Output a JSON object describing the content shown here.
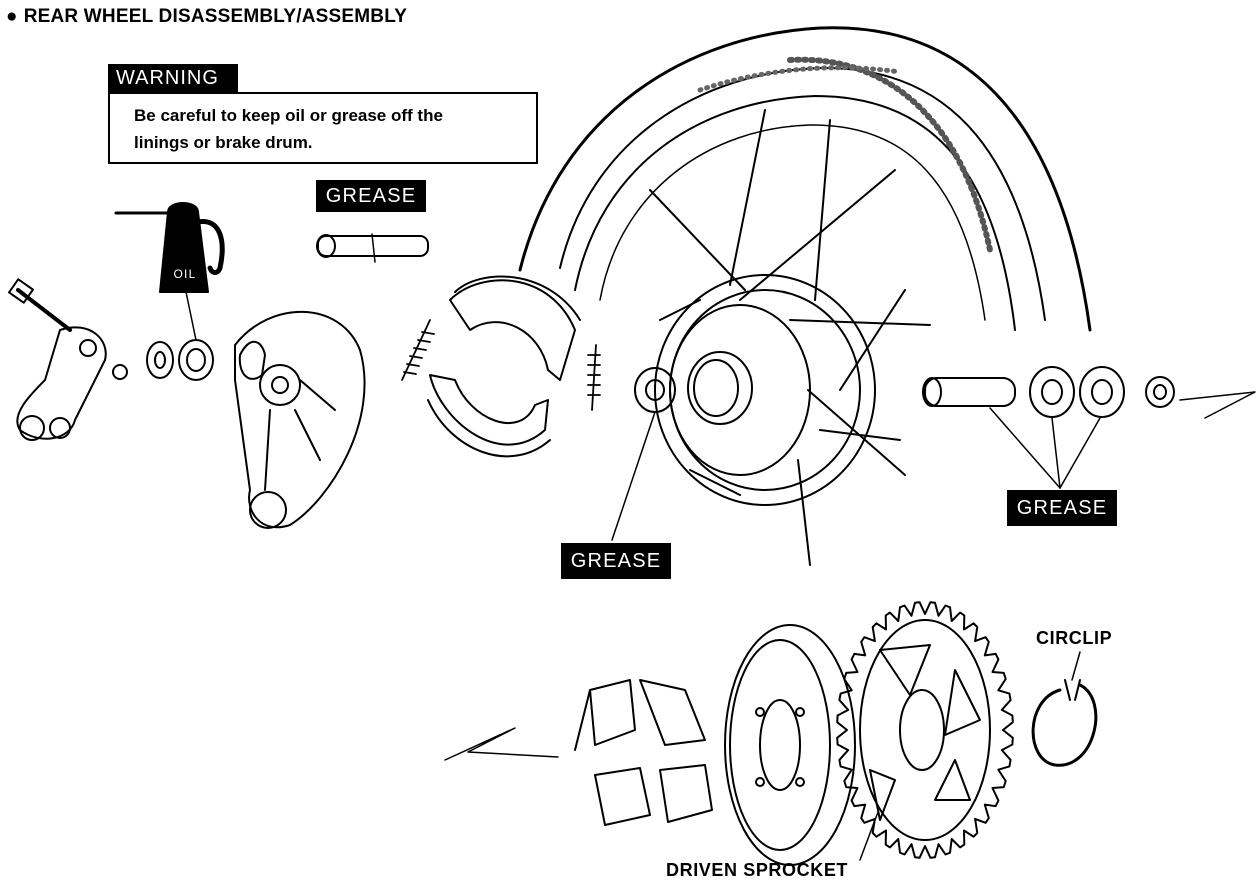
{
  "title": "REAR WHEEL DISASSEMBLY/ASSEMBLY",
  "warning": {
    "tag": "WARNING",
    "line1": "Be careful to keep oil or grease off the",
    "line2": "linings or brake drum."
  },
  "labels": {
    "oil": "OIL",
    "grease_pivot": "GREASE",
    "grease_hub": "GREASE",
    "grease_bearings": "GREASE",
    "circlip": "CIRCLIP",
    "driven_sprocket": "DRIVEN SPROCKET"
  },
  "colors": {
    "ink": "#000000",
    "paper": "#ffffff"
  }
}
